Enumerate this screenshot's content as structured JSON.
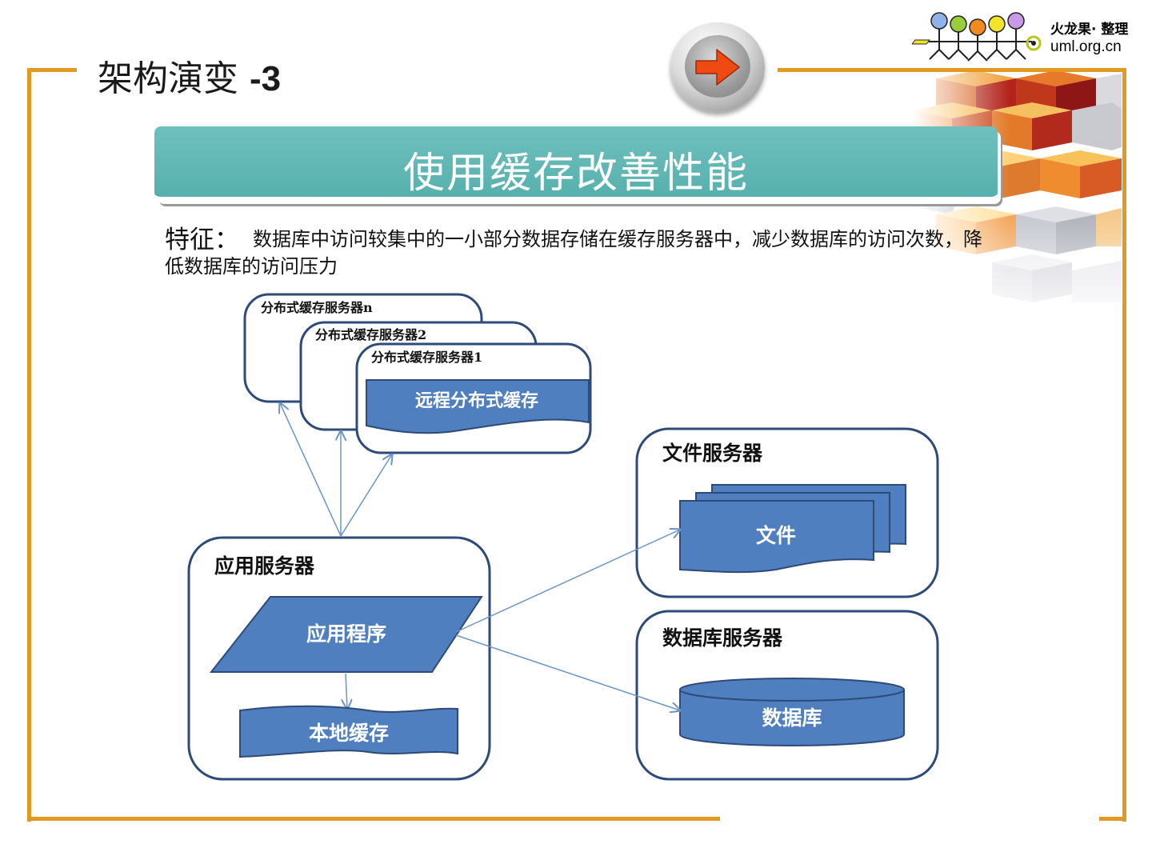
{
  "slide": {
    "title": "架构演变",
    "title_number": "-3"
  },
  "logo": {
    "line1": "火龙果· 整理",
    "line2": "uml.org.cn"
  },
  "banner": {
    "text": "使用缓存改善性能"
  },
  "feature": {
    "label": "特征：",
    "text": "数据库中访问较集中的一小部分数据存储在缓存服务器中，减少数据库的访问次数，降低数据库的访问压力"
  },
  "diagram": {
    "cache_servers": [
      "分布式缓存服务器n",
      "分布式缓存服务器2",
      "分布式缓存服务器1"
    ],
    "remote_cache": "远程分布式缓存",
    "app_server": "应用服务器",
    "app_program": "应用程序",
    "local_cache": "本地缓存",
    "file_server": "文件服务器",
    "file": "文件",
    "db_server": "数据库服务器",
    "database": "数据库"
  },
  "colors": {
    "frame": "#e09a22",
    "banner": "#5fb3b0",
    "node_fill": "#4f7fbf",
    "node_border": "#2e4a78"
  },
  "icons": [
    "arrow-right-button-icon",
    "stick-figures-logo-icon",
    "stacked-cubes-decoration-icon"
  ]
}
